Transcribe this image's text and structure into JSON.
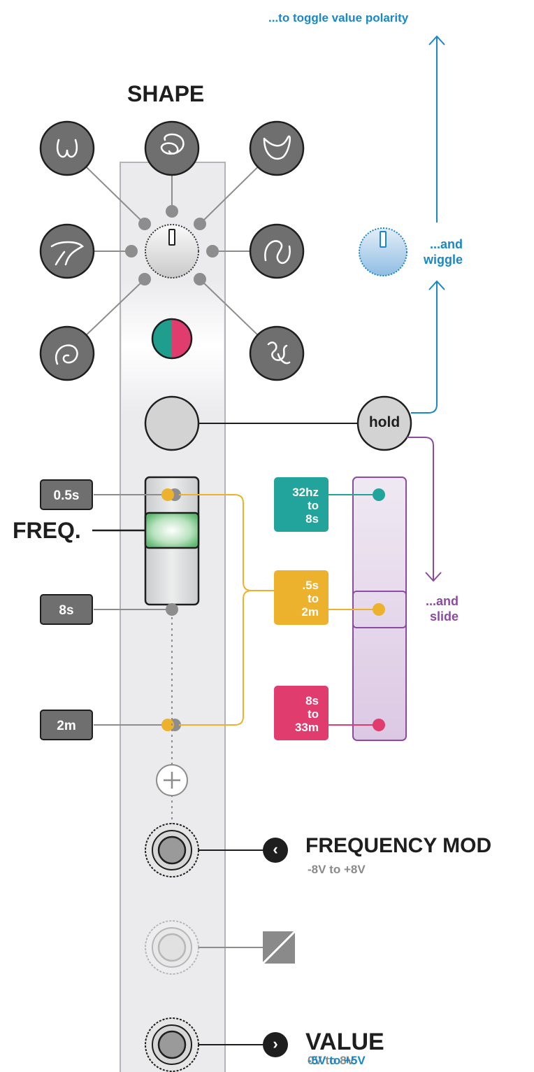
{
  "annotations": {
    "toggle_polarity": "...to toggle value polarity",
    "wiggle": [
      "...and",
      "wiggle"
    ],
    "slide": [
      "...and",
      "slide"
    ]
  },
  "shape": {
    "title": "SHAPE"
  },
  "hold": {
    "label": "hold"
  },
  "freq": {
    "label": "FREQ.",
    "tags": [
      "0.5s",
      "8s",
      "2m"
    ]
  },
  "ranges": [
    {
      "lines": [
        "32hz",
        "to",
        "8s"
      ],
      "color": "#22a39b"
    },
    {
      "lines": [
        ".5s",
        "to",
        "2m"
      ],
      "color": "#ecb22e"
    },
    {
      "lines": [
        "8s",
        "to",
        "33m"
      ],
      "color": "#e03c6e"
    }
  ],
  "jacks": {
    "freq_mod": {
      "title": "FREQUENCY MOD",
      "range": "-8V to +8V",
      "arrow": "‹"
    },
    "value": {
      "title": "VALUE",
      "range_unipolar": "0V to 8V",
      "range_bipolar": "-5V to +5V",
      "arrow": "›"
    }
  },
  "colors": {
    "blue": "#1a87c9",
    "purple": "#8b4ba0",
    "gold": "#ecb22e",
    "teal": "#22a39b",
    "pink": "#e03c6e"
  }
}
